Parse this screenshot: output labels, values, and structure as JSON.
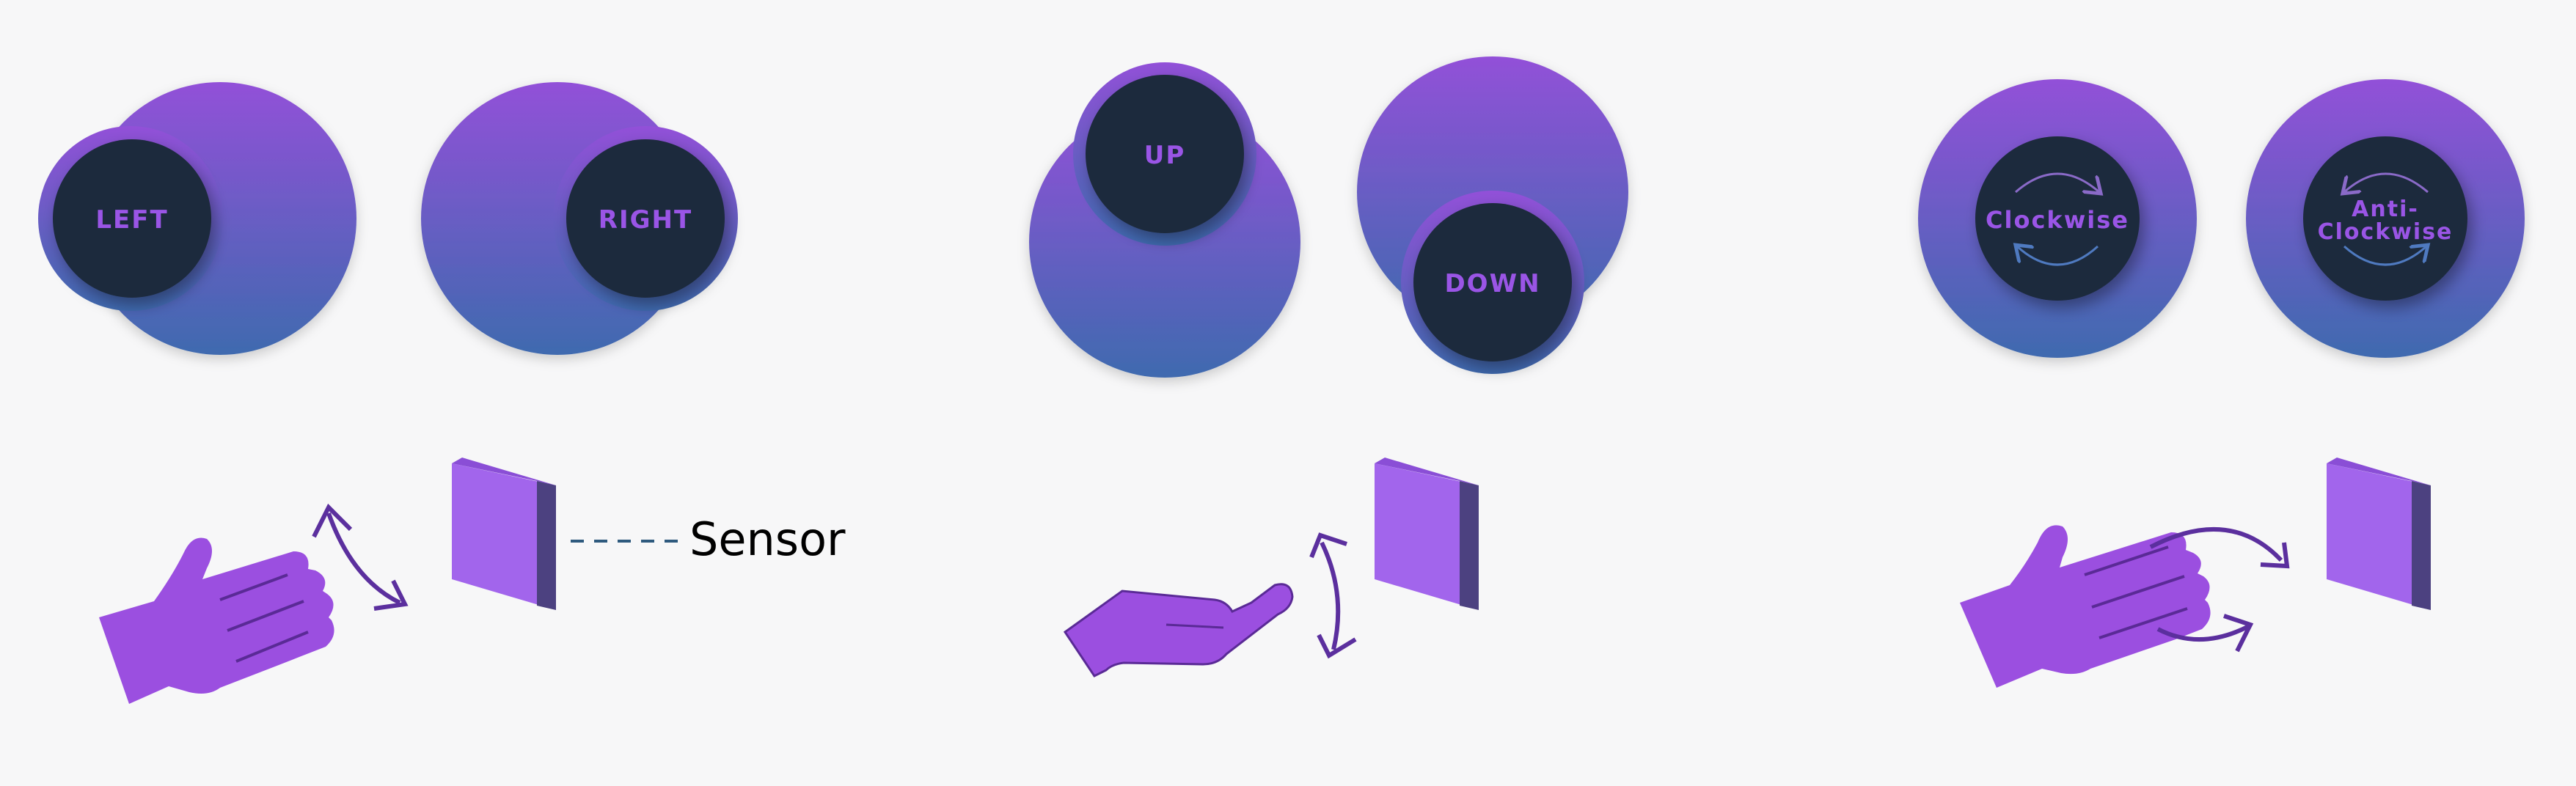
{
  "gestures": [
    {
      "id": "left",
      "label": "LEFT"
    },
    {
      "id": "right",
      "label": "RIGHT"
    },
    {
      "id": "up",
      "label": "UP"
    },
    {
      "id": "down",
      "label": "DOWN"
    },
    {
      "id": "clockwise",
      "label": "Clockwise"
    },
    {
      "id": "anticlockwise",
      "label_line1": "Anti-",
      "label_line2": "Clockwise"
    }
  ],
  "sensor_label": "Sensor",
  "colors": {
    "background": "#f7f7f8",
    "disc_top": "#9250d8",
    "disc_bottom": "#3f6aaf",
    "button_fill": "#1f2a3c",
    "label": "#9a55e6",
    "hand": "#9b4fe0",
    "hand_stroke": "#5a2a96",
    "arrow": "#5b2f9e",
    "sensor_front": "#a265ec",
    "sensor_side": "#4c4180",
    "sensor_top": "#8a4ed6"
  }
}
